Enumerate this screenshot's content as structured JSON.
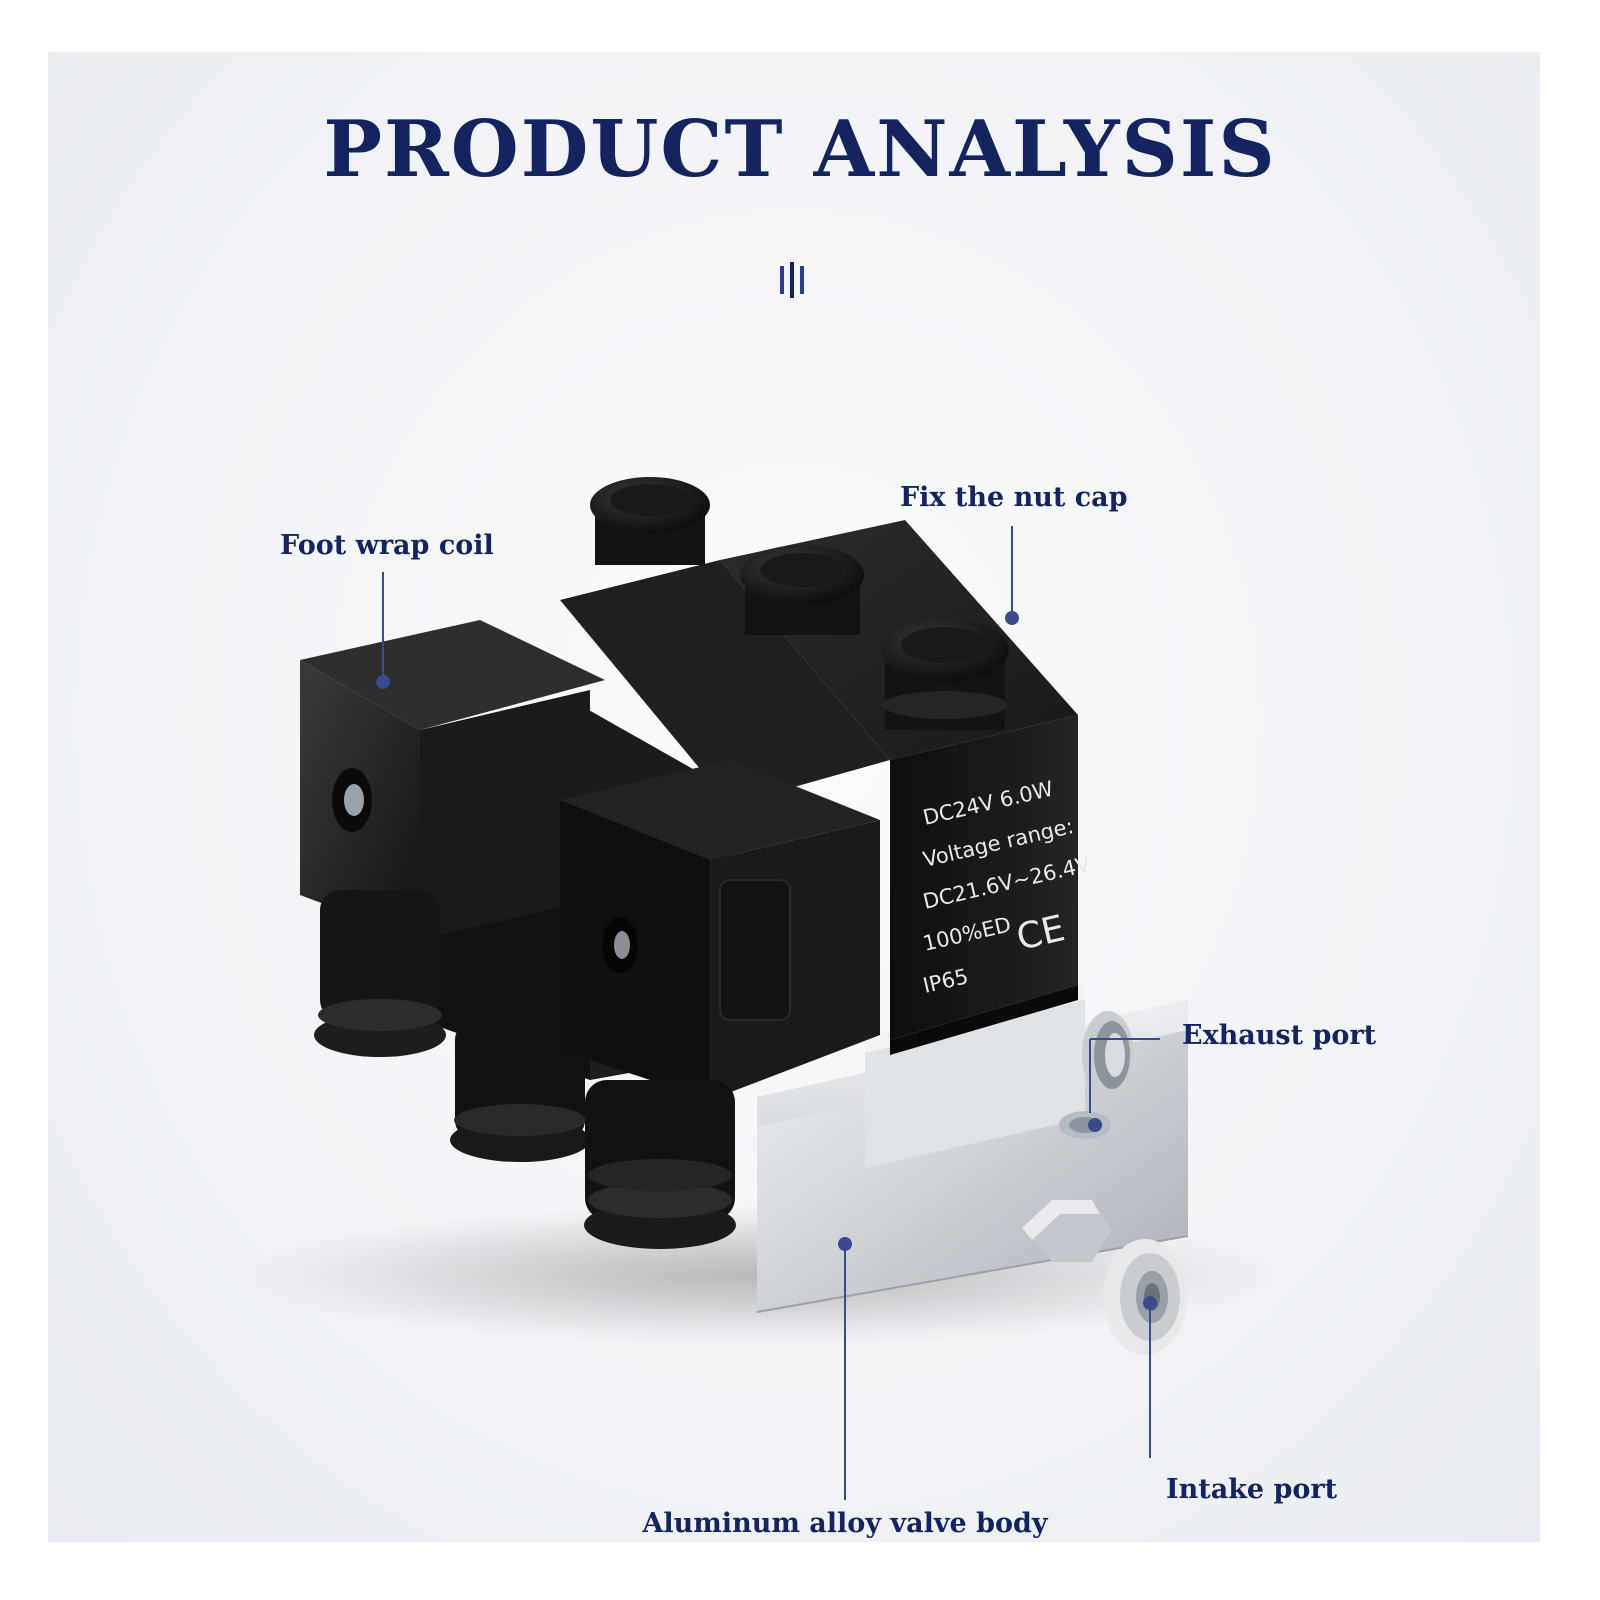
{
  "header": {
    "title": "PRODUCT ANALYSIS"
  },
  "callouts": {
    "foot_wrap_coil": "Foot wrap coil",
    "fix_nut_cap": "Fix the nut cap",
    "exhaust_port": "Exhaust port",
    "intake_port": "Intake port",
    "valve_body": "Aluminum alloy valve body"
  },
  "coil_label": {
    "line1": "DC24V 6.0W",
    "line2": "Voltage range:",
    "line3": "DC21.6V~26.4V",
    "line4": "100%ED",
    "line5": "IP65",
    "mark": "CE"
  },
  "colors": {
    "title": "#13245f",
    "leader_line": "#3a4a8c",
    "coil_body": "#161616",
    "valve_body": "#cfd3d8"
  },
  "icons": {
    "divider": "triple-vertical-bars-icon"
  }
}
